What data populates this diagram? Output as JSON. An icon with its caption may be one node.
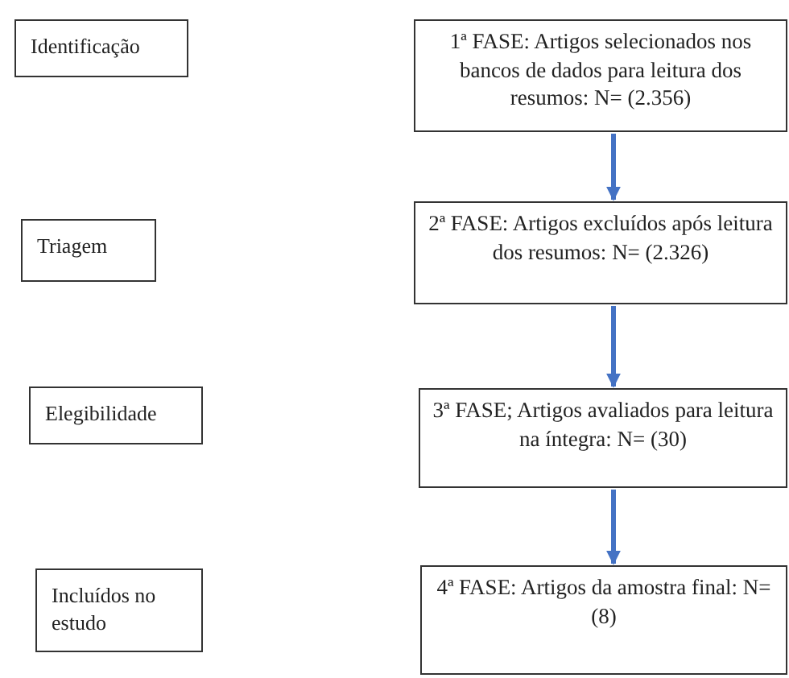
{
  "diagram": {
    "nodes": [
      {
        "text": [
          "Identificação"
        ]
      },
      {
        "text": [
          "1ª FASE: Artigos selecionados nos bancos de dados para leitura dos resumos: N= (2.356)"
        ]
      },
      {
        "text": [
          "Triagem"
        ]
      },
      {
        "text": [
          "2ª FASE: Artigos excluídos após leitura dos resumos: N= (2.326)"
        ]
      },
      {
        "text": [
          "Elegibilidade"
        ]
      },
      {
        "text": [
          "3ª FASE; Artigos avaliados para leitura na íntegra: N= (30)"
        ]
      },
      {
        "text": [
          "Incluídos no estudo"
        ]
      },
      {
        "text": [
          "4ª FASE: Artigos da amostra final: N= (8)"
        ]
      }
    ],
    "edges": [
      {
        "from": 1,
        "to": 3,
        "arrow": "to"
      },
      {
        "from": 3,
        "to": 5,
        "arrow": "to"
      },
      {
        "from": 5,
        "to": 7,
        "arrow": "to"
      }
    ]
  }
}
